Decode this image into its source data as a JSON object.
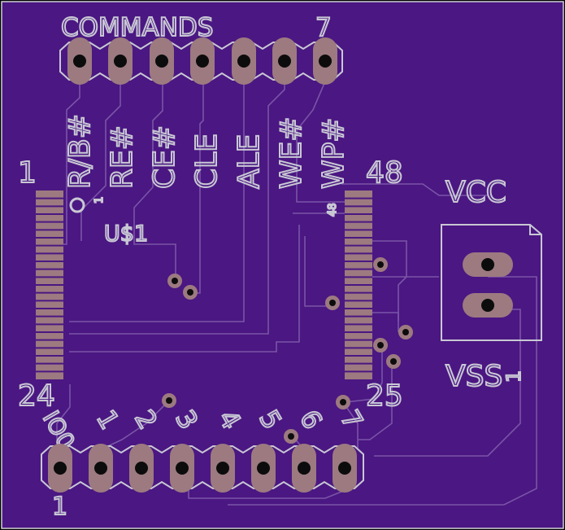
{
  "colors": {
    "board": "#4b1782",
    "trace": "#7a55a8",
    "silkscreen": "#c8c8d4",
    "pad": "#9c7a80",
    "drill": "#0c0c0c"
  },
  "labels": {
    "commands_header": "COMMANDS",
    "commands_pin_count": "7",
    "cmd_signals": [
      "R/B#",
      "RE#",
      "CE#",
      "CLE",
      "ALE",
      "WE#",
      "WP#"
    ],
    "chip_pin_1": "1",
    "chip_pin_24": "24",
    "chip_pin_48": "48",
    "chip_pin_25": "25",
    "chip_small_1": "1",
    "chip_small_48": "48",
    "chip_name": "U$1",
    "vcc": "VCC",
    "vss": "VSS",
    "io_pins": [
      "IO0",
      "1",
      "2",
      "3",
      "4",
      "5",
      "6",
      "7"
    ],
    "io_row_index": "1"
  }
}
